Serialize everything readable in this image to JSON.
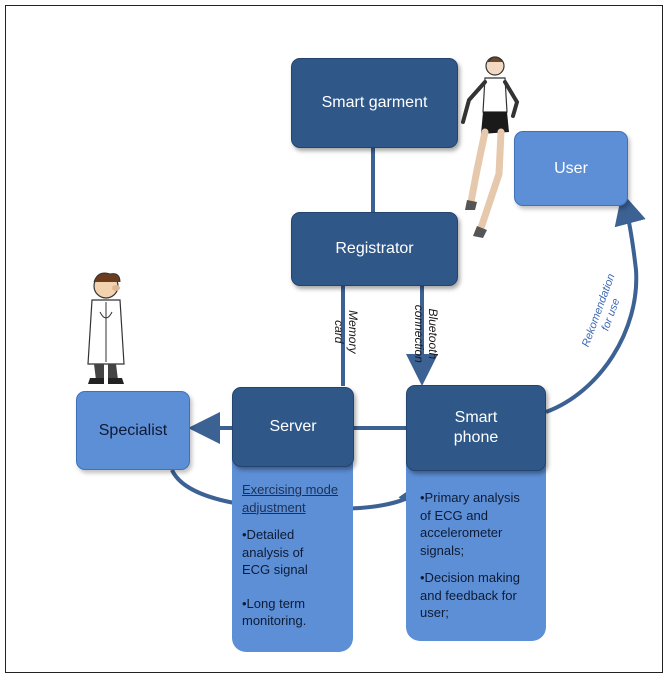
{
  "nodes": {
    "smart_garment": "Smart  garment",
    "registrator": "Registrator",
    "user": "User",
    "specialist": "Specialist",
    "server": "Server",
    "smart_phone_line1": "Smart",
    "smart_phone_line2": "phone"
  },
  "edge_labels": {
    "memory_card_line1": "Memory",
    "memory_card_line2": "card",
    "bluetooth_line1": "Bluetooth",
    "bluetooth_line2": "connection",
    "recommendation_line1": "Rekomendation",
    "recommendation_line2": "for use"
  },
  "server_panel": {
    "heading_line1": "Exercising  mode",
    "heading_line2": "adjustment",
    "item1_line1": "•Detailed",
    "item1_line2": "analysis    of",
    "item1_line3": "ECG signal",
    "item2_line1": "•Long term",
    "item2_line2": "monitoring."
  },
  "phone_panel": {
    "item1_line1": "•Primary analysis",
    "item1_line2": "of ECG and",
    "item1_line3": "accelerometer",
    "item1_line4": "signals;",
    "item2_line1": "•Decision making",
    "item2_line2": "and feedback for",
    "item2_line3": "user;"
  },
  "icons": {
    "runner": "runner-illustration",
    "doctor": "doctor-illustration"
  },
  "colors": {
    "dark_box": "#2f5889",
    "light_box": "#5d8fd6",
    "connector": "#3c6193"
  }
}
